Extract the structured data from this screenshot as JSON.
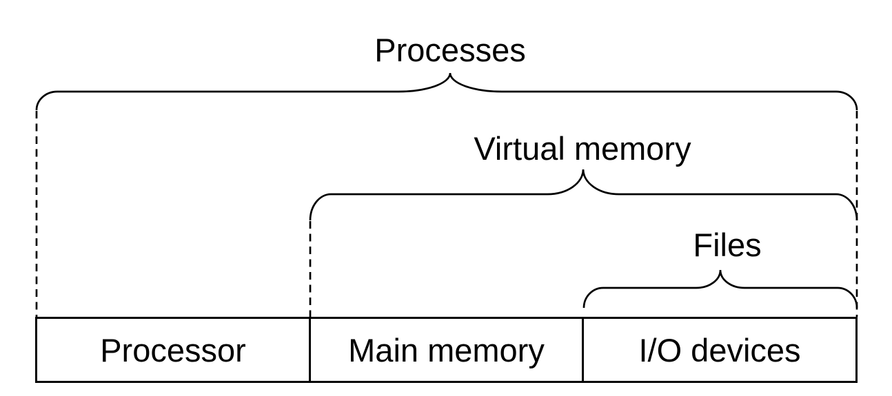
{
  "colors": {
    "ink": "#000000",
    "background": "#ffffff"
  },
  "diagram": {
    "abstractions": [
      {
        "label": "Processes"
      },
      {
        "label": "Virtual memory"
      },
      {
        "label": "Files"
      }
    ],
    "hardware": [
      {
        "label": "Processor"
      },
      {
        "label": "Main memory"
      },
      {
        "label": "I/O devices"
      }
    ]
  }
}
